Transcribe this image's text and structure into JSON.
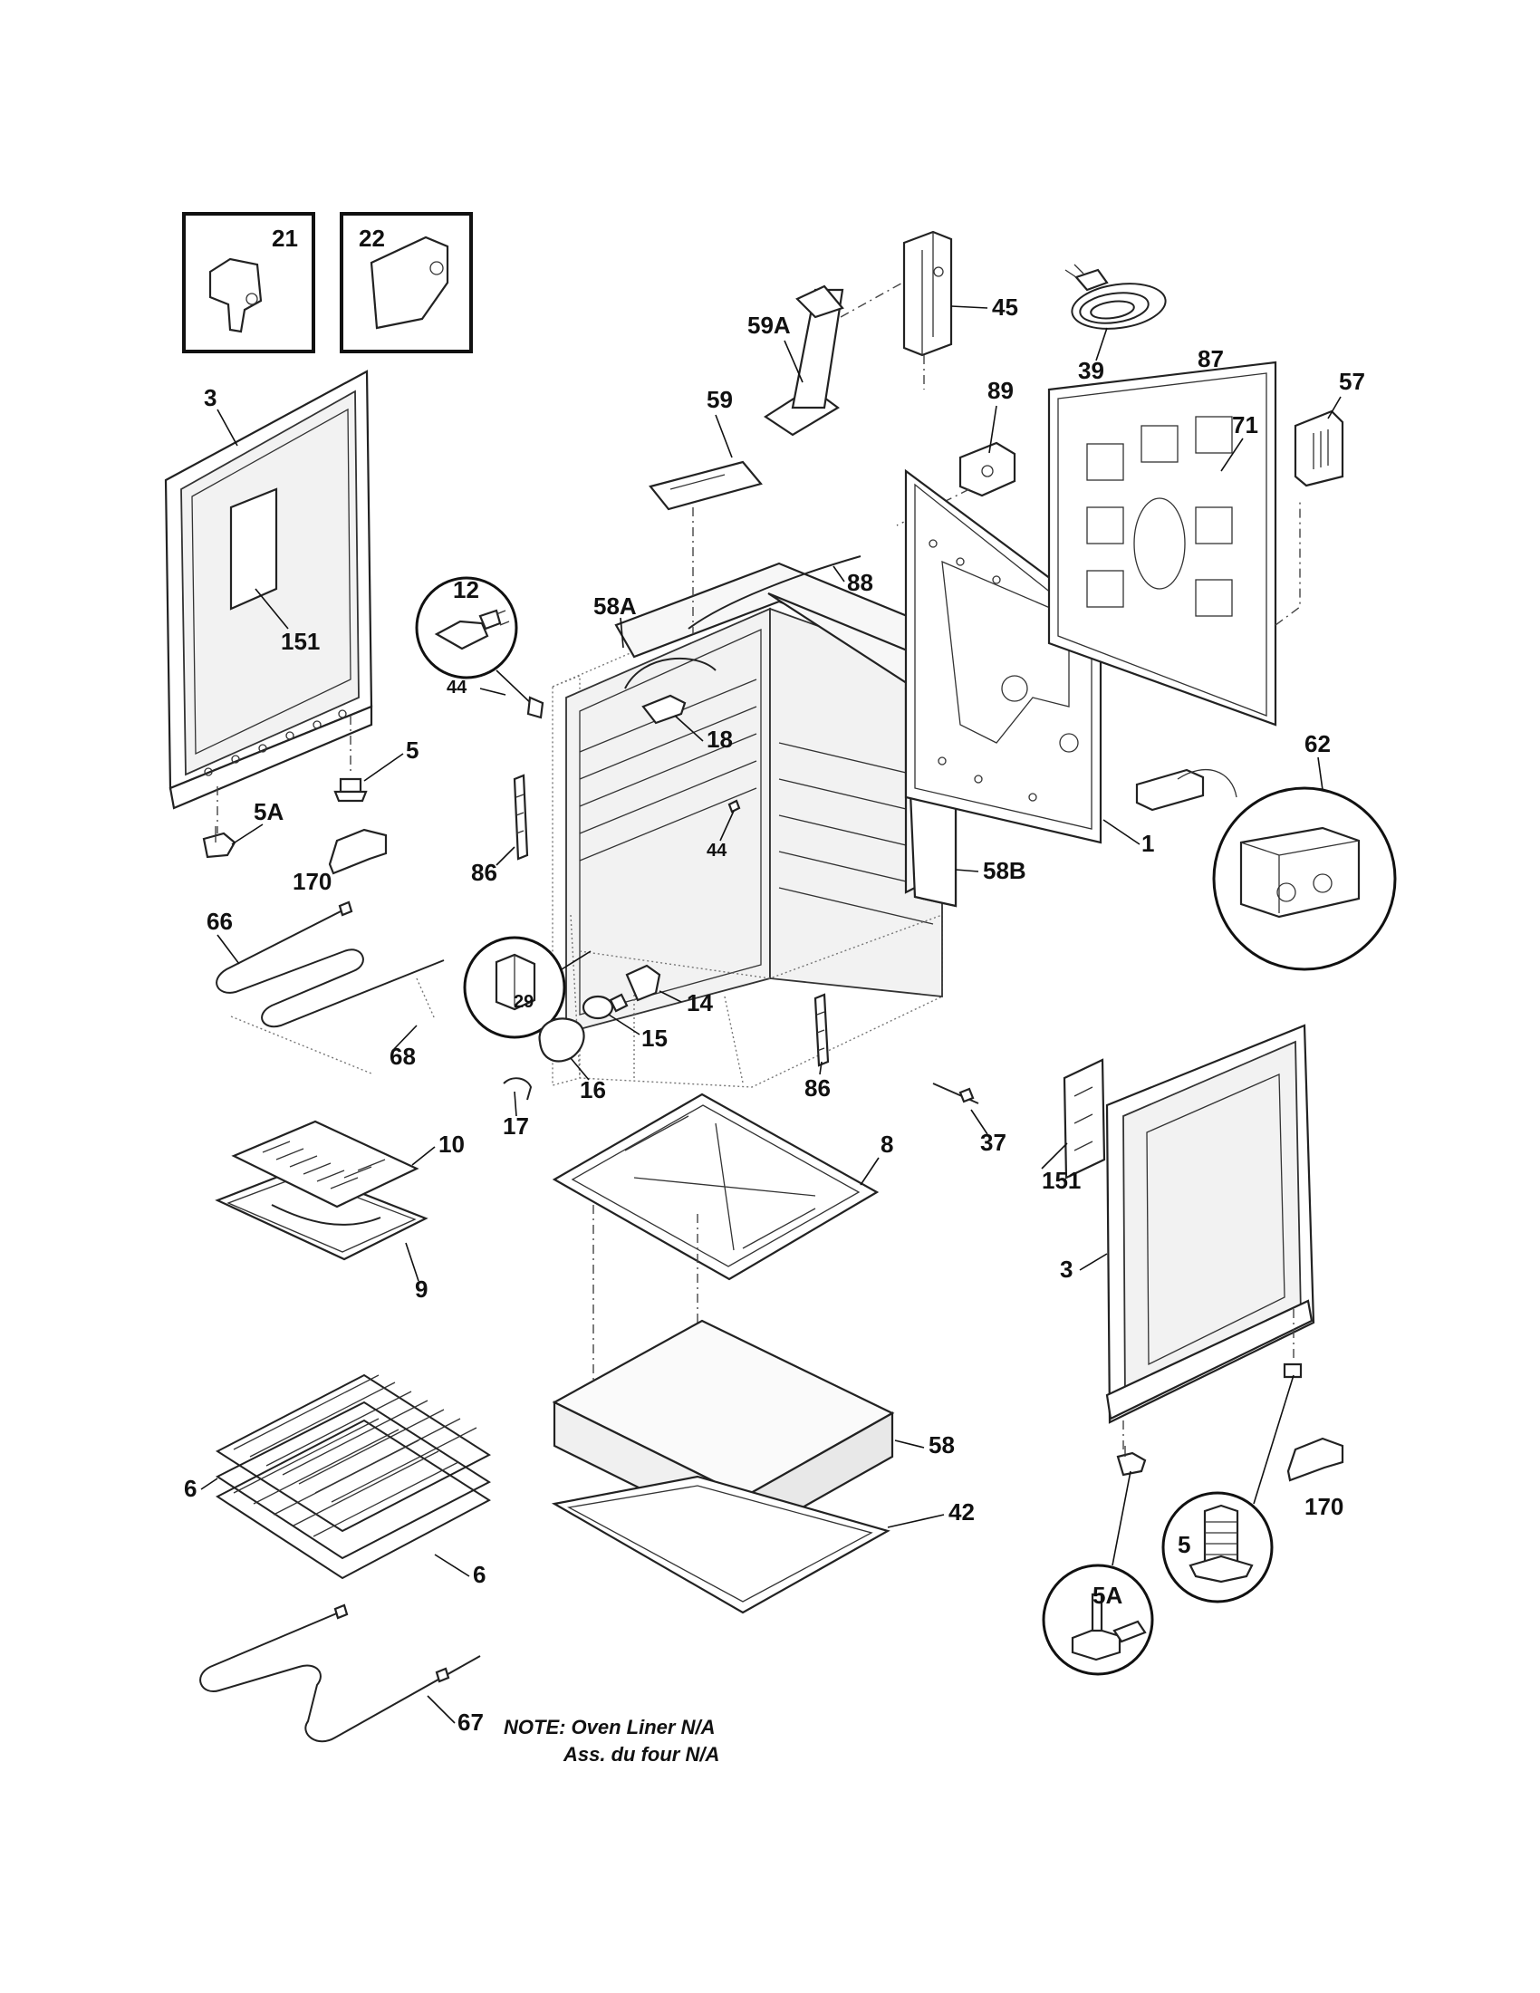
{
  "labels": {
    "p21": "21",
    "p22": "22",
    "p3_left": "3",
    "p151_left": "151",
    "p5_left": "5",
    "p5a_left": "5A",
    "p170_left": "170",
    "p12": "12",
    "p44_a": "44",
    "p44_b": "44",
    "p58a": "58A",
    "p18": "18",
    "p86_a": "86",
    "p86_b": "86",
    "p58b": "58B",
    "p59": "59",
    "p59a": "59A",
    "p45": "45",
    "p39": "39",
    "p87": "87",
    "p89": "89",
    "p88": "88",
    "p71": "71",
    "p57": "57",
    "p1": "1",
    "p62": "62",
    "p66": "66",
    "p68": "68",
    "p29": "29",
    "p14": "14",
    "p15": "15",
    "p16": "16",
    "p17": "17",
    "p37": "37",
    "p10": "10",
    "p9": "9",
    "p8": "8",
    "p151_right": "151",
    "p3_right": "3",
    "p58": "58",
    "p42": "42",
    "p6_a": "6",
    "p6_b": "6",
    "p67": "67",
    "p170_right": "170",
    "p5_right": "5",
    "p5a_right": "5A"
  },
  "note": {
    "line1": "NOTE: Oven Liner N/A",
    "line2": "Ass. du four N/A"
  }
}
